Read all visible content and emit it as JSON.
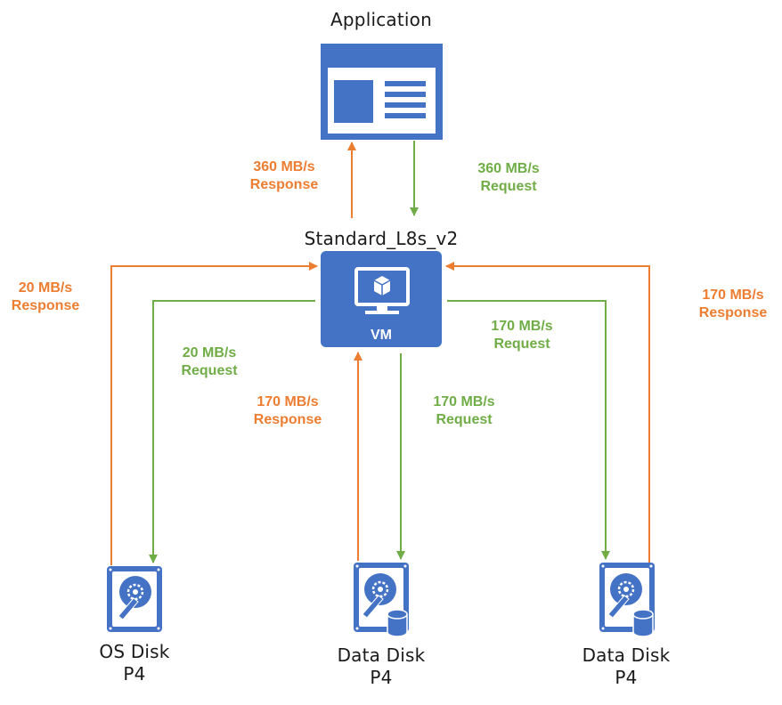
{
  "colors": {
    "response": "#ed7d31",
    "request": "#70ad47",
    "node": "#4472c4"
  },
  "application": {
    "title": "Application",
    "icon": "application-window-icon"
  },
  "vm": {
    "title": "Standard_L8s_v2",
    "label": "VM",
    "icon": "virtual-machine-monitor-icon"
  },
  "app_link": {
    "response": {
      "rate": "360 MB/s",
      "kind": "Response"
    },
    "request": {
      "rate": "360 MB/s",
      "kind": "Request"
    }
  },
  "disks": [
    {
      "name": "OS Disk",
      "tier": "P4",
      "icon": "os-disk-icon",
      "response": {
        "rate": "20 MB/s",
        "kind": "Response"
      },
      "request": {
        "rate": "20 MB/s",
        "kind": "Request"
      }
    },
    {
      "name": "Data Disk",
      "tier": "P4",
      "icon": "data-disk-icon",
      "response": {
        "rate": "170 MB/s",
        "kind": "Response"
      },
      "request": {
        "rate": "170 MB/s",
        "kind": "Request"
      }
    },
    {
      "name": "Data Disk",
      "tier": "P4",
      "icon": "data-disk-icon",
      "response": {
        "rate": "170 MB/s",
        "kind": "Response"
      },
      "request": {
        "rate": "170 MB/s",
        "kind": "Request"
      }
    }
  ]
}
